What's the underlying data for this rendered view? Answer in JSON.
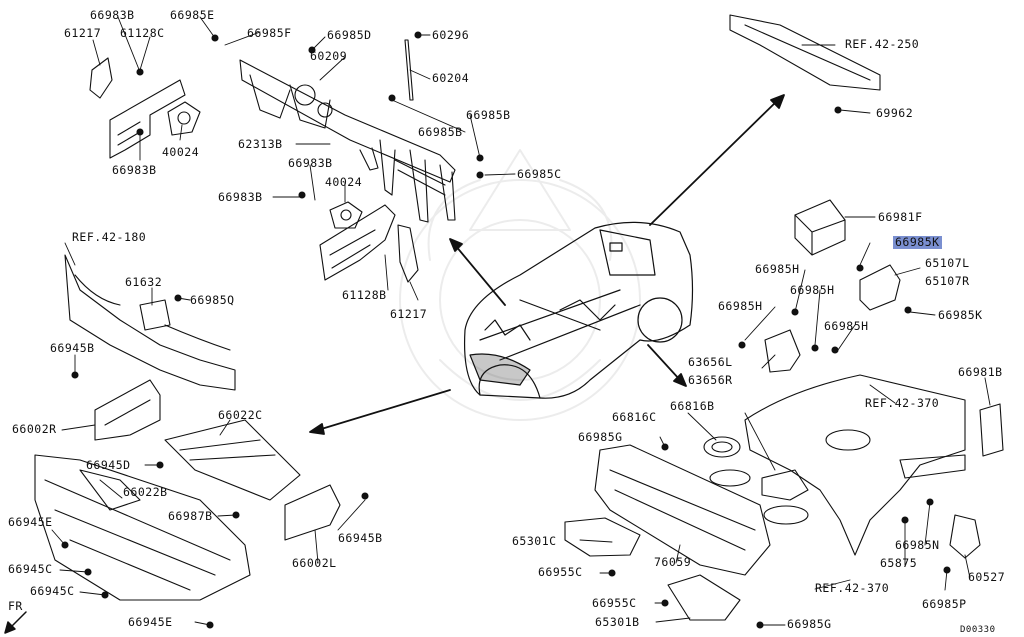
{
  "colors": {
    "ink": "#111111",
    "highlight": "#7a8fd0",
    "watermark": "#ededed"
  },
  "labels": {
    "p66983B_a": "66983B",
    "p66985E": "66985E",
    "p61217_a": "61217",
    "p61128C": "61128C",
    "p66985F": "66985F",
    "p66985D": "66985D",
    "p60209": "60209",
    "p60296": "60296",
    "p60204": "60204",
    "p40024_a": "40024",
    "p66983B_b": "66983B",
    "p66985B_a": "66985B",
    "p62313B": "62313B",
    "p66985B_b": "66985B",
    "p66983B_c": "66983B",
    "p40024_b": "40024",
    "p66985C": "66985C",
    "p66983B_d": "66983B",
    "ref42_250": "REF.42-250",
    "p69962": "69962",
    "p66981F": "66981F",
    "p66985K_hl": "66985K",
    "p65107L": "65107L",
    "p65107R": "65107R",
    "p66985H_a": "66985H",
    "p66985H_b": "66985H",
    "p66985H_c": "66985H",
    "p66985H_d": "66985H",
    "p66985K": "66985K",
    "p63656L": "63656L",
    "p63656R": "63656R",
    "p66981B": "66981B",
    "ref42_370_a": "REF.42-370",
    "p66816C": "66816C",
    "p66816B": "66816B",
    "p66985G_a": "66985G",
    "ref42_180": "REF.42-180",
    "p61632": "61632",
    "p66985Q": "66985Q",
    "p61128B": "61128B",
    "p61217_b": "61217",
    "p66945B_a": "66945B",
    "p66002R": "66002R",
    "p66022C": "66022C",
    "p66945D": "66945D",
    "p66022B": "66022B",
    "p66987B": "66987B",
    "p66945E_a": "66945E",
    "p66945B_b": "66945B",
    "p66945C_a": "66945C",
    "p66002L": "66002L",
    "p66945C_b": "66945C",
    "p66945E_b": "66945E",
    "fr": "FR",
    "p65301C": "65301C",
    "p76059": "76059",
    "p66955C_a": "66955C",
    "p66955C_b": "66955C",
    "p65301B": "65301B",
    "p66985G_b": "66985G",
    "ref42_370_b": "REF.42-370",
    "p65875": "65875",
    "p66985N": "66985N",
    "p60527": "60527",
    "p66985P": "66985P",
    "drawing_id": "D00330"
  }
}
